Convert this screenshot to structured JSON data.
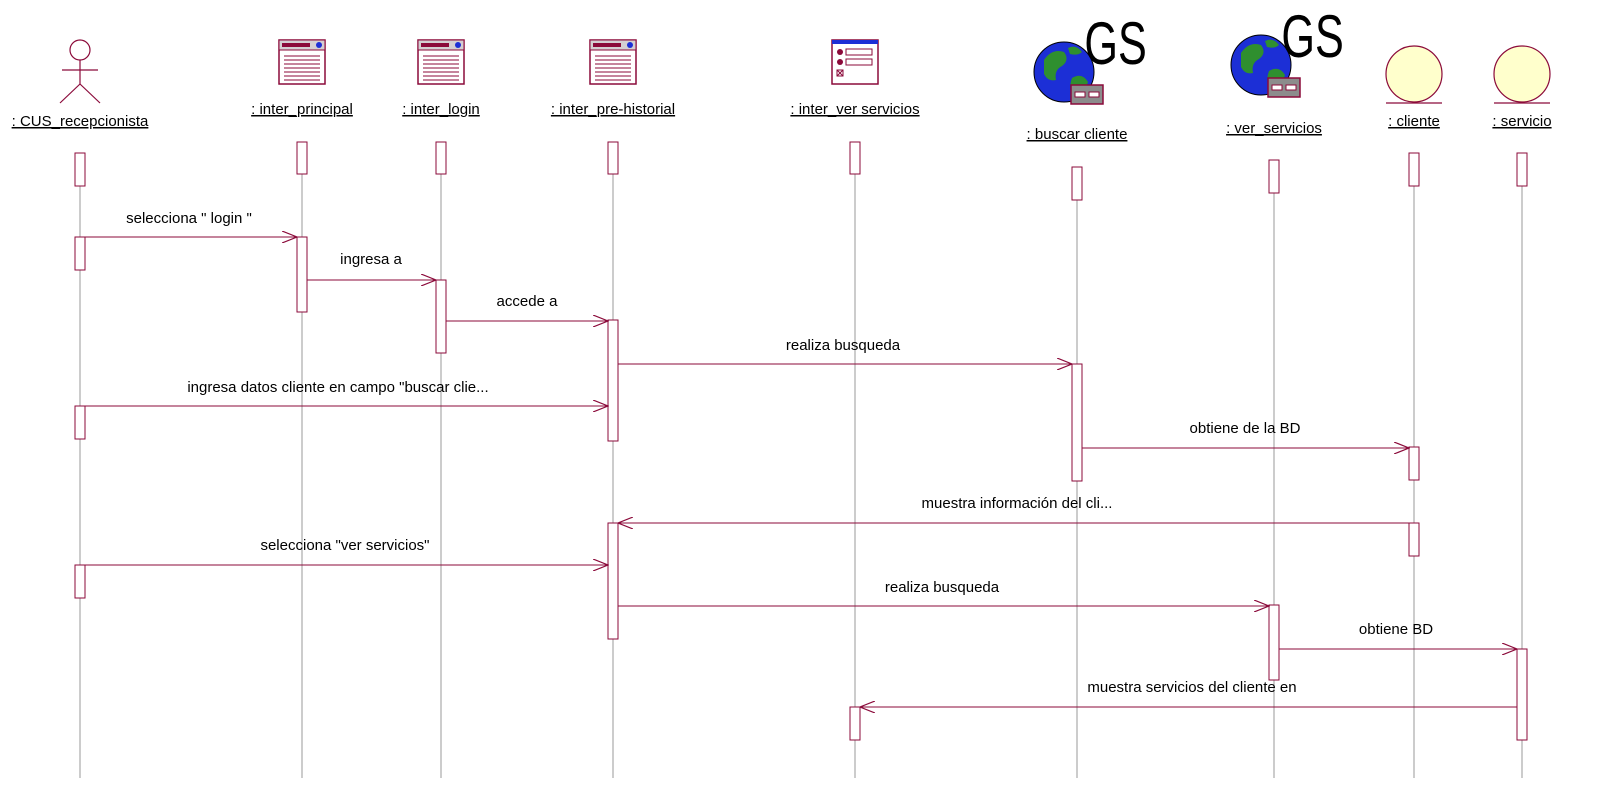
{
  "colors": {
    "line": "#8b0a3a",
    "lifeline": "#9a9a9a",
    "entity_fill": "#ffffcc",
    "globe_blue": "#1c2fd6",
    "globe_green": "#2f8f2f",
    "server": "#8c8c8c"
  },
  "lifelines": [
    {
      "label": ": CUS_recepcionista",
      "icon": "actor-icon"
    },
    {
      "label": ": inter_principal",
      "icon": "boundary-window-icon"
    },
    {
      "label": ": inter_login",
      "icon": "boundary-window-icon"
    },
    {
      "label": ": inter_pre-historial",
      "icon": "boundary-window-icon"
    },
    {
      "label": ": inter_ver servicios",
      "icon": "form-window-icon"
    },
    {
      "label": ": buscar cliente",
      "icon": "gs-globe-icon",
      "badge": "GS"
    },
    {
      "label": ": ver_servicios",
      "icon": "gs-globe-icon",
      "badge": "GS"
    },
    {
      "label": ": cliente",
      "icon": "entity-circle-icon"
    },
    {
      "label": ": servicio",
      "icon": "entity-circle-icon"
    }
  ],
  "messages": [
    {
      "text": "selecciona \" login \""
    },
    {
      "text": "ingresa a"
    },
    {
      "text": "accede a"
    },
    {
      "text": "realiza busqueda"
    },
    {
      "text": "ingresa datos cliente en campo \"buscar clie..."
    },
    {
      "text": "obtiene de la BD"
    },
    {
      "text": "muestra información del cli..."
    },
    {
      "text": "selecciona \"ver servicios\""
    },
    {
      "text": "realiza busqueda"
    },
    {
      "text": "obtiene BD"
    },
    {
      "text": "muestra servicios del cliente en"
    }
  ]
}
